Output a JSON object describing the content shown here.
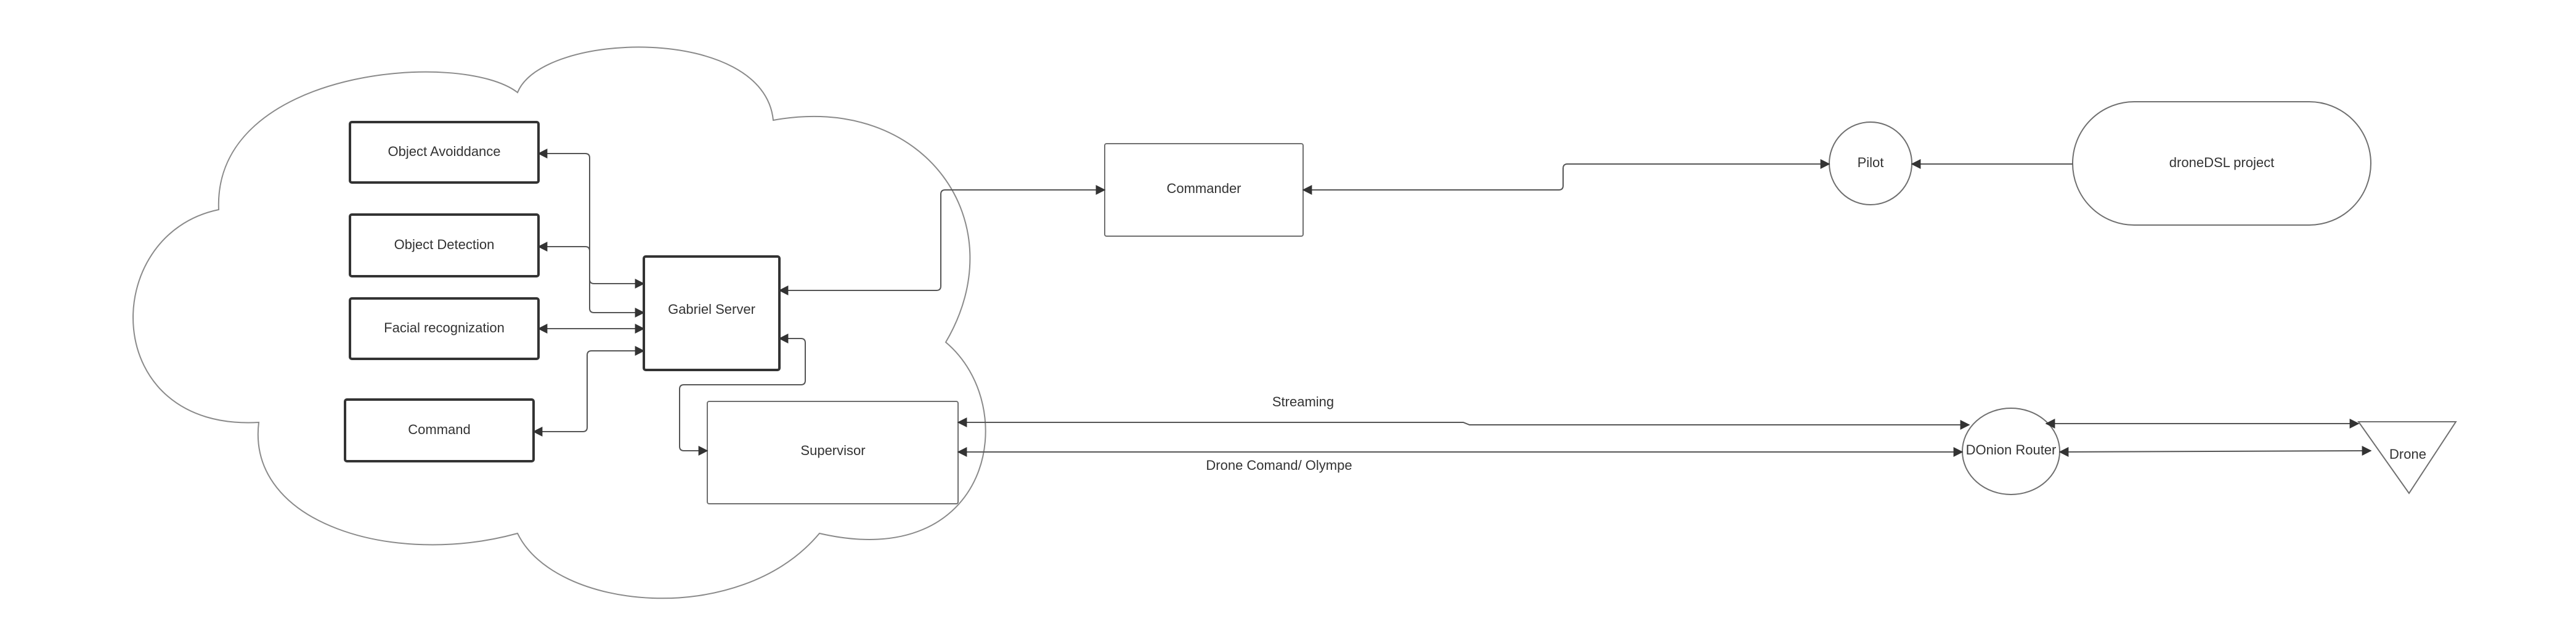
{
  "nodes": {
    "object_avoidance": "Object Avoiddance",
    "object_detection": "Object Detection",
    "facial_recognization": "Facial recognization",
    "command": "Command",
    "gabriel_server": "Gabriel Server",
    "supervisor": "Supervisor",
    "commander": "Commander",
    "pilot": "Pilot",
    "dronedsl_project": "droneDSL project",
    "donion_router": "DOnion Router",
    "drone": "Drone"
  },
  "edges": {
    "streaming": "Streaming",
    "drone_command": "Drone Comand/ Olympe"
  },
  "colors": {
    "stroke": "#555555",
    "text": "#333333",
    "background": "#ffffff"
  }
}
